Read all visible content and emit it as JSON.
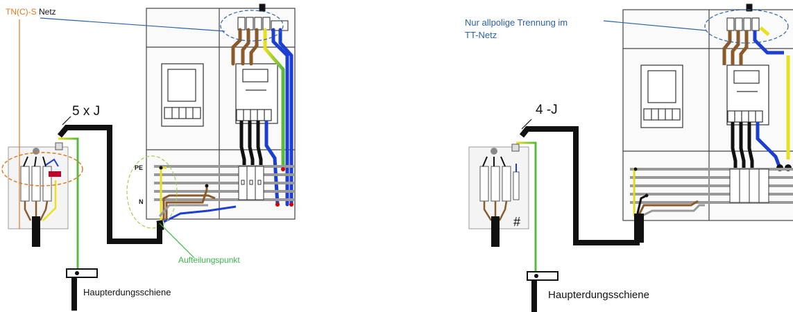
{
  "left": {
    "network_label_part1": "TN(C)",
    "network_label_part2": "-S",
    "network_label_part3": " Netz",
    "cable_label": "5 x J",
    "pe_label": "PE",
    "n_label": "N",
    "split_point_label": "Aufteilungspunkt",
    "busbar_label": "Haupterdungsschiene"
  },
  "right": {
    "note_line1": "Nur allpolige Trennung im",
    "note_line2": "TT-Netz",
    "cable_label": "4 -J",
    "hash_label": "#",
    "busbar_label": "Haupterdungsschiene"
  },
  "colors": {
    "orange": "#e07a1f",
    "blue_label": "#2a62a8",
    "green_label": "#39b54a",
    "wire_blue": "#1d3fd1",
    "wire_yellow": "#e8e020",
    "wire_green": "#58b93f",
    "wire_brown": "#8a5a2b",
    "wire_grey": "#8c8c8c"
  }
}
